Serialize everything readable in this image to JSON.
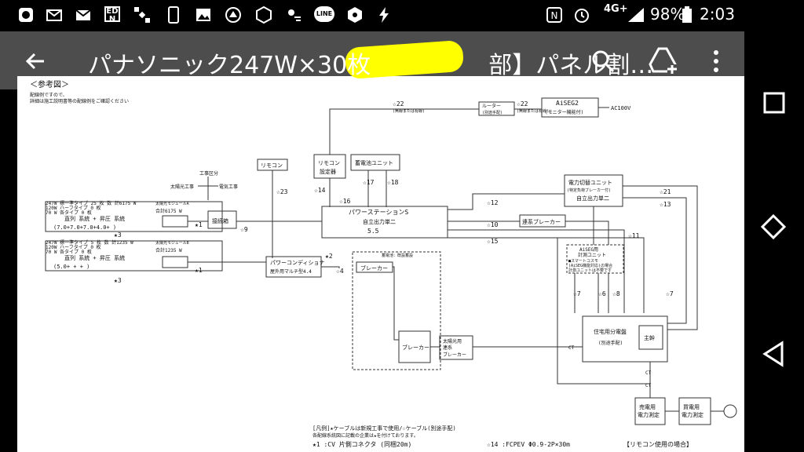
{
  "status_bar": {
    "icons": [
      "notification-icon",
      "mail-icon",
      "mail-icon",
      "edion-app-icon",
      "satellite-icon",
      "phone-icon",
      "image-icon",
      "app-icon",
      "app-icon",
      "weather-icon",
      "line-icon",
      "app-icon",
      "flash-icon"
    ],
    "edion_text": "ED\nN",
    "line_text": "LINE",
    "network": "4G+",
    "battery": "98%",
    "time": "2:03"
  },
  "app_bar": {
    "title": "パナソニック247W×30枚",
    "title_suffix": "部】パネル割…",
    "highlight_color": "#ffff00"
  },
  "diagram": {
    "ref_label": "＜参考図＞",
    "note1": "配線例ですので、",
    "note2": "詳細は施工説明書等の配線例をご確認ください",
    "kouji_kubun": "工事区分",
    "taiyoko_kouji": "太陽光工事",
    "denki_kouji": "電気工事",
    "router": "ルーター",
    "router_sub": "(別途手配)",
    "aiseg": "AiSEG2",
    "aiseg_sub": "(モニター機能付)",
    "ac100": "AC100V",
    "w22a": "☆22",
    "w22a_sub": "(無線または有線)",
    "w22b": "☆22",
    "w22b_sub": "(無線または有線)",
    "remocon": "リモコン",
    "remocon_settei1": "リモコン",
    "remocon_settei2": "設定器",
    "chikuden_unit": "蓄電池ユニット",
    "w14": "☆14",
    "w16": "☆16",
    "w17": "☆17",
    "w18": "☆18",
    "w23": "☆23",
    "panel1_l1": "247W 標一準タイプ   25   枚  数 計6175 W",
    "panel1_l2": "120W ハーフタイプ   0   枚",
    "panel1_l3": "70 W   各タイプ   0   枚",
    "panel1_mod": "太陽光モジュールA",
    "panel1_total": "合計6175 W",
    "panel1_series": "直列   系統 + 昇圧   系統",
    "panel1_values": "(7.0+7.0+7.0+4.0+   )",
    "panel2_l1": "247W 標一準タイプ   5   枚  数 計1235 W",
    "panel2_l2": "120W ハーフタイプ   0   枚",
    "panel2_l3": "70 W   各タイプ   0   枚",
    "panel2_mod": "太陽光モジュールB",
    "panel2_total": "合計1235 W",
    "panel2_values": "(5.0+    +    +    )",
    "b1a": "★1",
    "b1b": "★1",
    "b3a": "★3",
    "b3b": "★3",
    "setsuzoku": "接続箱",
    "w9": "☆9",
    "power_station": "パワーステーションS",
    "jiritsu": "自立出力単二",
    "ps_value": "5.5",
    "w12": "☆12",
    "w10": "☆10",
    "w15": "☆15",
    "w11": "☆11",
    "w13": "☆13",
    "w21": "☆21",
    "w2": "★2",
    "w4": "☆4",
    "w7a": "☆7",
    "w6": "☆6",
    "w8": "☆8",
    "w7b": "☆7",
    "power_cond": "パワーコンディショナ",
    "power_cond_sub": "屋外用マルチ型4.4",
    "denryoku_kirikae1": "電力切替ユニット",
    "denryoku_kirikae2": "(特定負荷ブレーカー付)",
    "denryoku_kirikae3": "自立出力単二",
    "keito_breaker": "連系ブレーカー",
    "aiseg_unit1": "AiSEG用",
    "aiseg_unit2": "計測ユニット",
    "aiseg_unit3": "■スマートコスモ",
    "aiseg_unit4": "(AiSEG機能対応)の場合",
    "aiseg_unit5": "計測ユニットは不要です",
    "chikuden_box": "蓄電池：既設蓄設",
    "breaker1": "ブレーカー",
    "breaker2": "ブレーカー",
    "taiyo_breaker1": "太陽光用",
    "taiyo_breaker2": "連系",
    "taiyo_breaker3": "ブレーカー",
    "jutaku_bunden1": "住宅用分電盤",
    "jutaku_bunden2": "(別途手配)",
    "shuden": "主幹",
    "ct": "CT",
    "baiden1": "売電用",
    "baiden2": "電力測定",
    "kaiden1": "買電用",
    "kaiden2": "電力測定",
    "legend1": "[凡例]★ケーブルは新規工事で使用/☆ケーブル(別途手配)",
    "legend2": "各配線系統図に記載の企業は★を付けております。",
    "legend3": "★1  :CV  片側コネクタ  (同梱20m)",
    "legend4": "☆14 :FCPEV  Φ0.9-2P×30m",
    "legend5": "【リモコン使用の場合】"
  }
}
